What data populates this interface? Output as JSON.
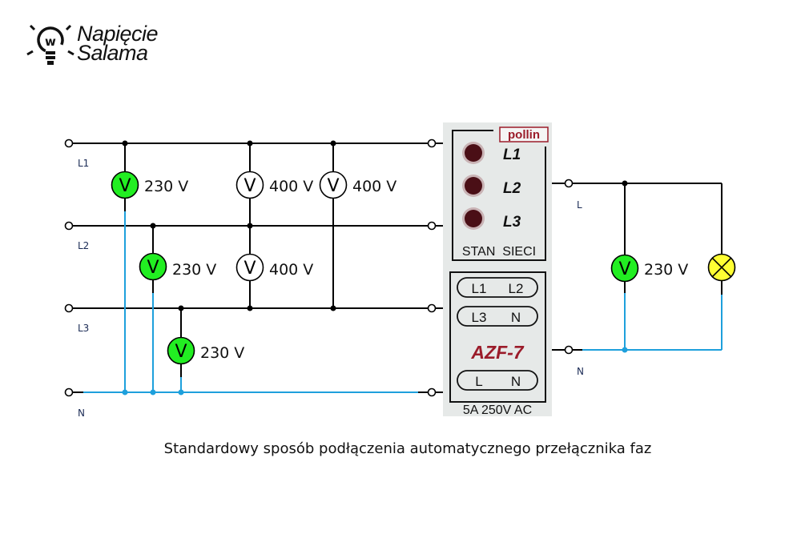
{
  "logo": {
    "line1": "Napięcie",
    "line2": "Salama",
    "icon": "lightbulb-w-icon"
  },
  "caption": "Standardowy sposób podłączenia automatycznego przełącznika faz",
  "lines": {
    "left": [
      "L1",
      "L2",
      "L3",
      "N"
    ],
    "right": [
      "L",
      "N"
    ]
  },
  "meters": [
    {
      "id": "m-l1-n",
      "between": "L1-N",
      "reading": "230 V",
      "glyph": "V",
      "color": "#22ee22"
    },
    {
      "id": "m-l2-n",
      "between": "L2-N",
      "reading": "230 V",
      "glyph": "V",
      "color": "#22ee22"
    },
    {
      "id": "m-l3-n",
      "between": "L3-N",
      "reading": "230 V",
      "glyph": "V",
      "color": "#22ee22"
    },
    {
      "id": "m-l1-l2",
      "between": "L1-L2",
      "reading": "400 V",
      "glyph": "V",
      "color": "#ffffff"
    },
    {
      "id": "m-l1-l3",
      "between": "L1-L3",
      "reading": "400 V",
      "glyph": "V",
      "color": "#ffffff"
    },
    {
      "id": "m-l2-l3",
      "between": "L2-L3",
      "reading": "400 V",
      "glyph": "V",
      "color": "#ffffff"
    },
    {
      "id": "m-out",
      "between": "L-N",
      "reading": "230 V",
      "glyph": "V",
      "color": "#22ee22"
    }
  ],
  "lamp": {
    "icon": "lamp-icon",
    "color": "#ffff33"
  },
  "device": {
    "brand": "pollin",
    "indicators": [
      "L1",
      "L2",
      "L3"
    ],
    "status_label": "STAN  SIECI",
    "terminals": [
      [
        "L1",
        "L2"
      ],
      [
        "L3",
        "N"
      ],
      [
        "L",
        "N"
      ]
    ],
    "model": "AZF-7",
    "rating": "5A 250V AC",
    "model_color": "#9b1c2a",
    "led_color": "#4a0f16"
  },
  "colors": {
    "phase_wire": "#000000",
    "neutral_wire": "#1ea0dc",
    "device_body": "#e6e9e8"
  }
}
